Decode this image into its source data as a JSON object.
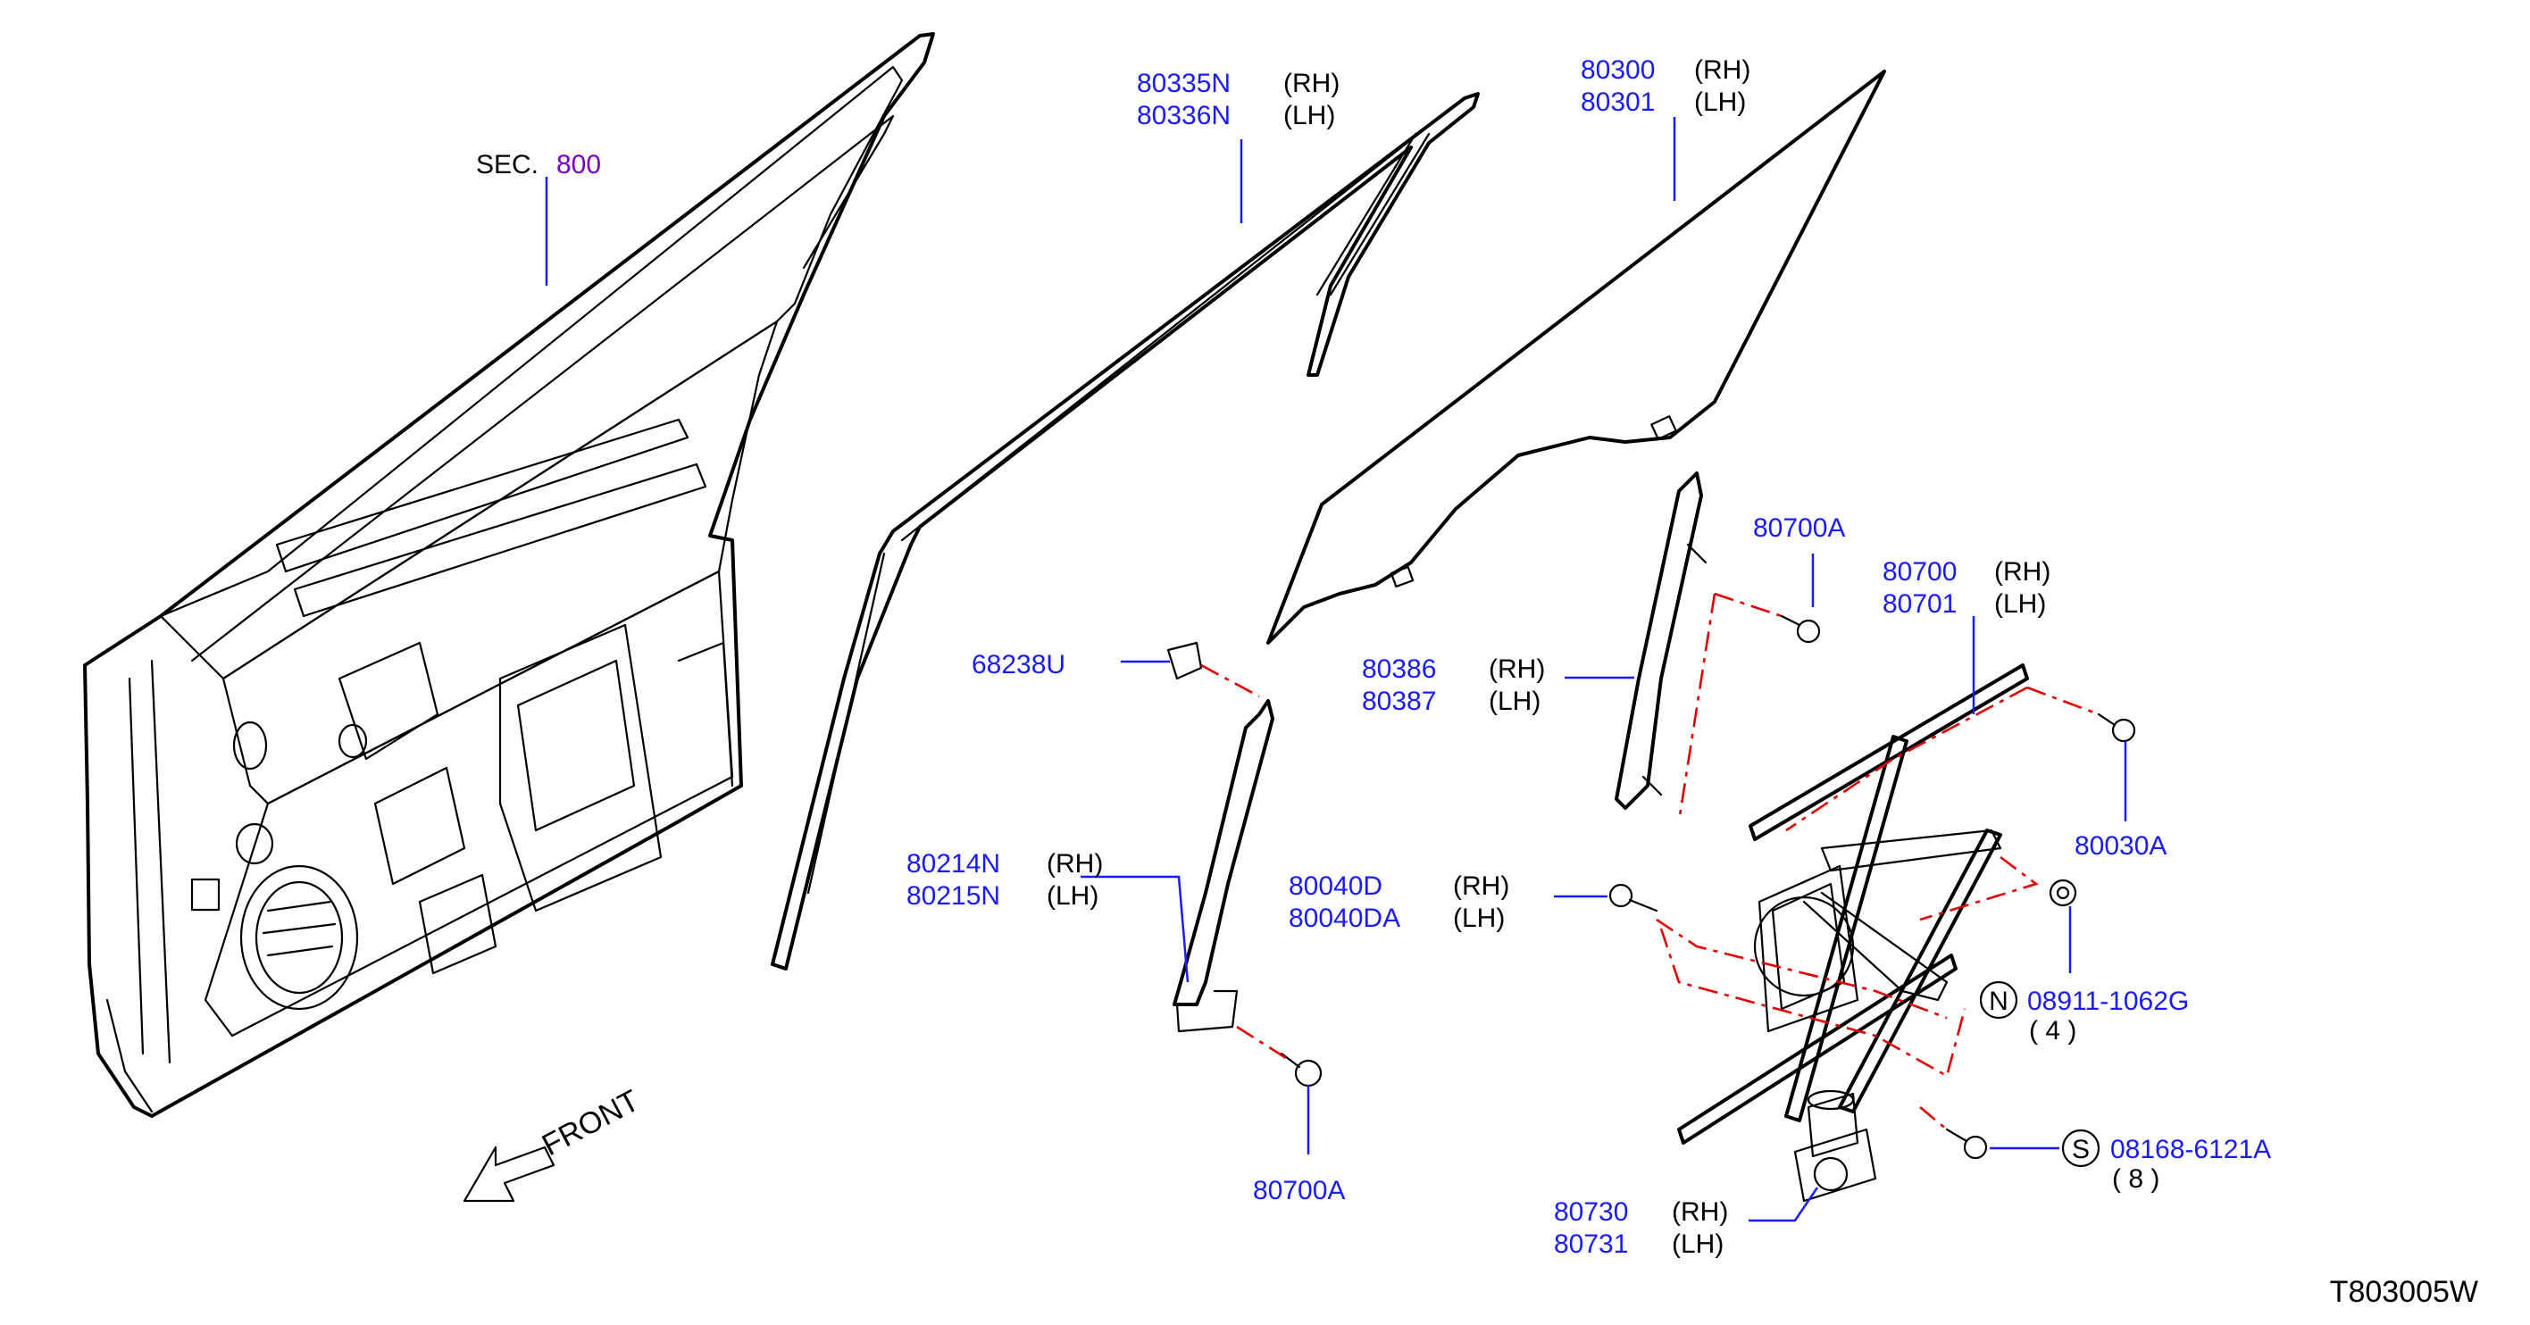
{
  "colors": {
    "part_number": "#1a1aff",
    "section_number": "#7a00c8",
    "assembly_line": "#e00000",
    "drawing": "#000000"
  },
  "section": {
    "prefix": "SEC.",
    "number": "800"
  },
  "front_label": "FRONT",
  "drawing_code": "T803005W",
  "callouts": [
    {
      "part": "80335N",
      "side": "(RH)"
    },
    {
      "part": "80336N",
      "side": "(LH)"
    },
    {
      "part": "80300",
      "side": "(RH)"
    },
    {
      "part": "80301",
      "side": "(LH)"
    },
    {
      "part": "68238U",
      "side": ""
    },
    {
      "part": "80214N",
      "side": "(RH)"
    },
    {
      "part": "80215N",
      "side": "(LH)"
    },
    {
      "part": "80700A",
      "side": ""
    },
    {
      "part": "80700A",
      "side": ""
    },
    {
      "part": "80386",
      "side": "(RH)"
    },
    {
      "part": "80387",
      "side": "(LH)"
    },
    {
      "part": "80700",
      "side": "(RH)"
    },
    {
      "part": "80701",
      "side": "(LH)"
    },
    {
      "part": "80030A",
      "side": ""
    },
    {
      "part": "80040D",
      "side": "(RH)"
    },
    {
      "part": "80040DA",
      "side": "(LH)"
    },
    {
      "part": "80730",
      "side": "(RH)"
    },
    {
      "part": "80731",
      "side": "(LH)"
    }
  ],
  "fasteners": [
    {
      "symbol": "N",
      "part": "08911-1062G",
      "qty": "( 4 )"
    },
    {
      "symbol": "S",
      "part": "08168-6121A",
      "qty": "( 8 )"
    }
  ]
}
